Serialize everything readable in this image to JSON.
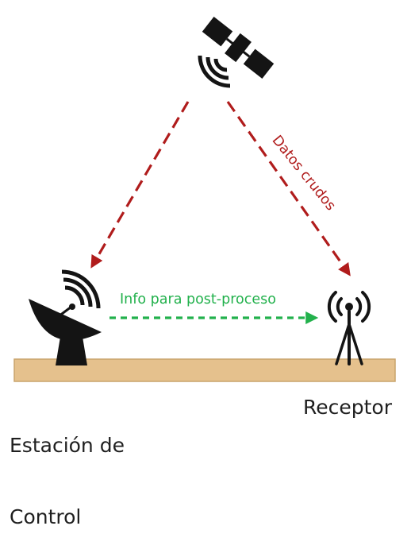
{
  "nodes": {
    "satellite": {
      "icon": "satellite-icon"
    },
    "station": {
      "icon": "satellite-dish-icon",
      "label_line1": "Estación de",
      "label_line2": "Control"
    },
    "receiver": {
      "icon": "antenna-tower-icon",
      "label": "Receptor"
    }
  },
  "links": {
    "raw_data": {
      "label": "Datos crudos",
      "color": "#b01c1c"
    },
    "post_process": {
      "label": "Info para post-proceso",
      "color": "#22b14c"
    }
  },
  "colors": {
    "ground": "#e5c18d",
    "ground_edge": "#c9a46c",
    "icon": "#141414"
  }
}
